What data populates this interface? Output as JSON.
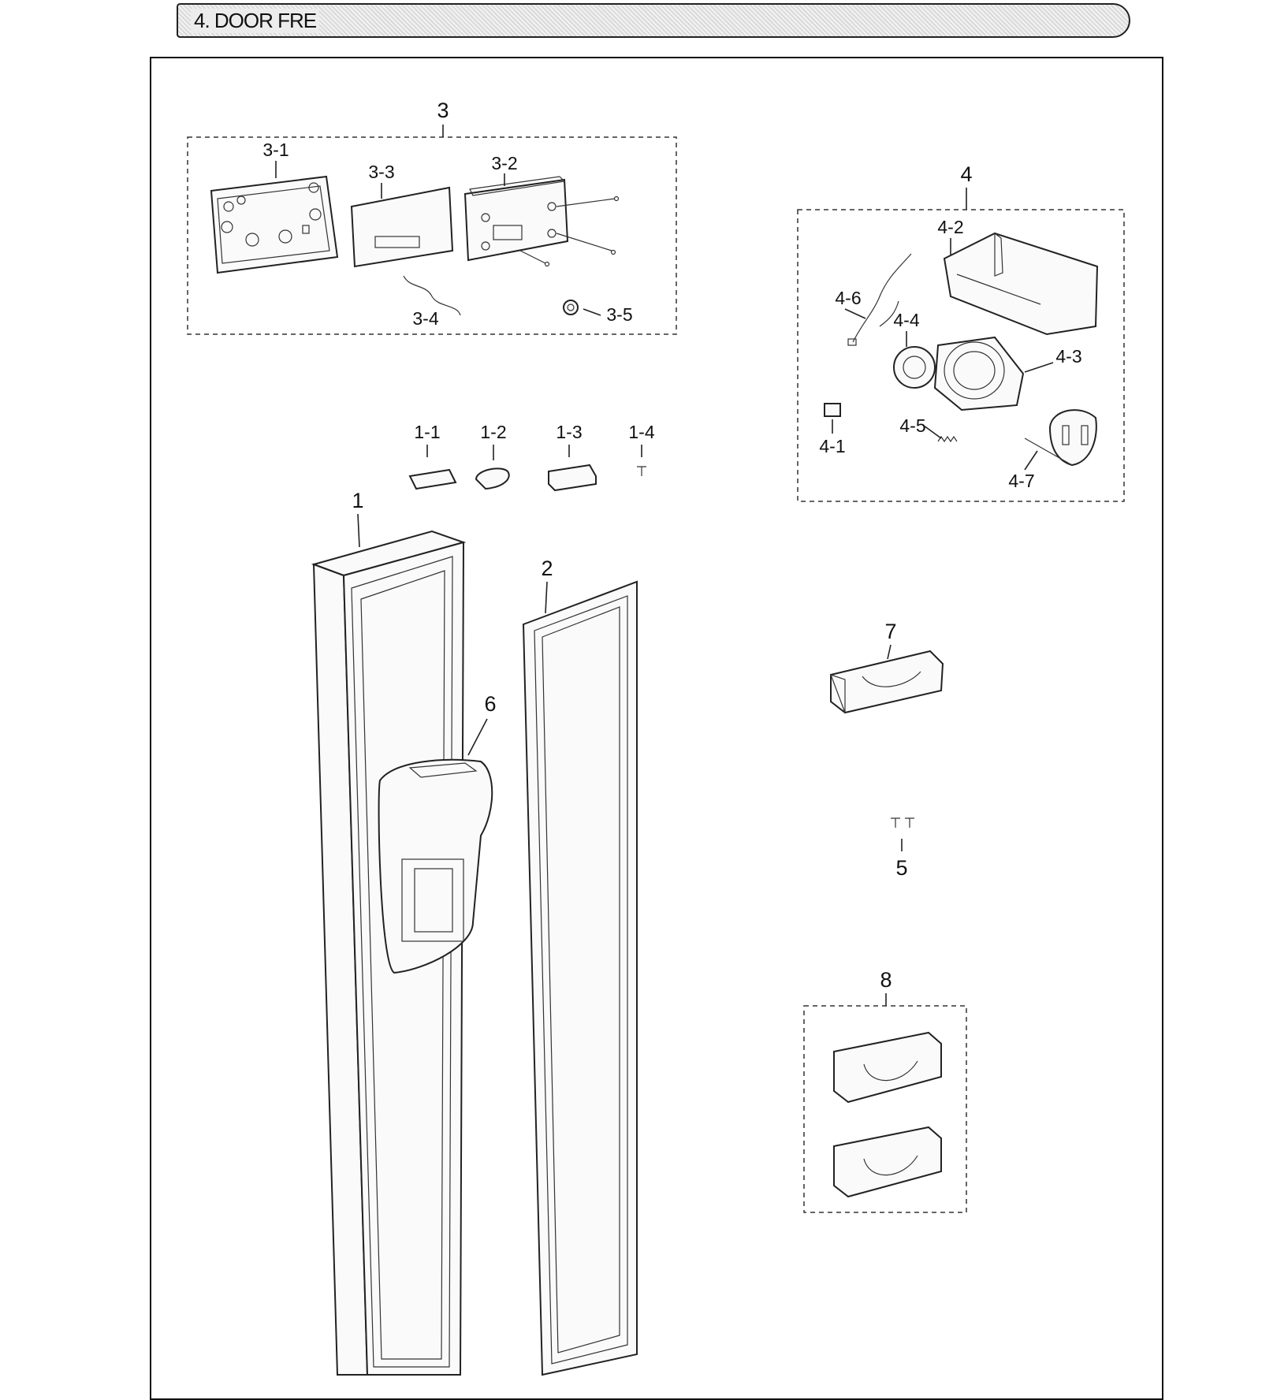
{
  "header": {
    "title": "4. DOOR FRE"
  },
  "callouts": {
    "c1": "1",
    "c1_1": "1-1",
    "c1_2": "1-2",
    "c1_3": "1-3",
    "c1_4": "1-4",
    "c2": "2",
    "c3": "3",
    "c3_1": "3-1",
    "c3_2": "3-2",
    "c3_3": "3-3",
    "c3_4": "3-4",
    "c3_5": "3-5",
    "c4": "4",
    "c4_1": "4-1",
    "c4_2": "4-2",
    "c4_3": "4-3",
    "c4_4": "4-4",
    "c4_5": "4-5",
    "c4_6": "4-6",
    "c4_7": "4-7",
    "c5": "5",
    "c6": "6",
    "c7": "7",
    "c8": "8"
  }
}
